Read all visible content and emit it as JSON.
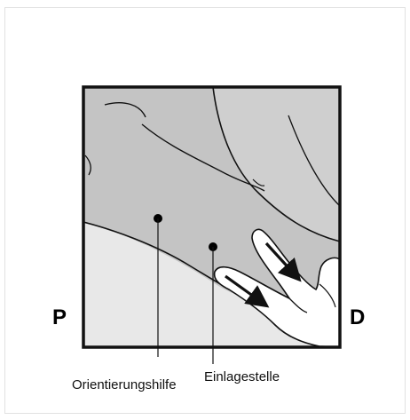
{
  "labels": {
    "proximal": "P",
    "distal": "D",
    "landmark": "Orientierungshilfe",
    "insertion_site": "Einlagestelle"
  },
  "colors": {
    "skin": "#c4c4c4",
    "background": "#e8e8e8",
    "outline": "#111111",
    "fingers": "#ffffff"
  }
}
